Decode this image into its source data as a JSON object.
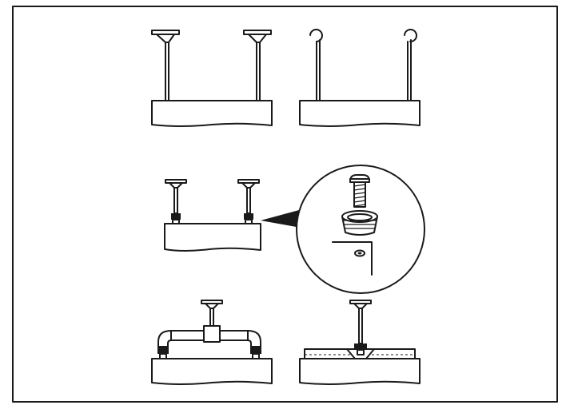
{
  "figure": {
    "colors": {
      "ink": "#1a1a1a",
      "background": "#ffffff"
    },
    "panels": [
      {
        "id": "t-handle-eyebolts",
        "icon": "t-handle-lifting-bolt-icon"
      },
      {
        "id": "hook-eyebolts",
        "icon": "hook-eyebolt-icon"
      },
      {
        "id": "threaded-insert-bolts",
        "icon": "threaded-insert-icon"
      },
      {
        "id": "detail-callout",
        "icon": "bolt-and-insert-detail-icon"
      },
      {
        "id": "pipe-tee-fixture",
        "icon": "pipe-tee-lifting-icon"
      },
      {
        "id": "embedded-anchor-fixture",
        "icon": "embedded-anchor-icon"
      }
    ]
  }
}
